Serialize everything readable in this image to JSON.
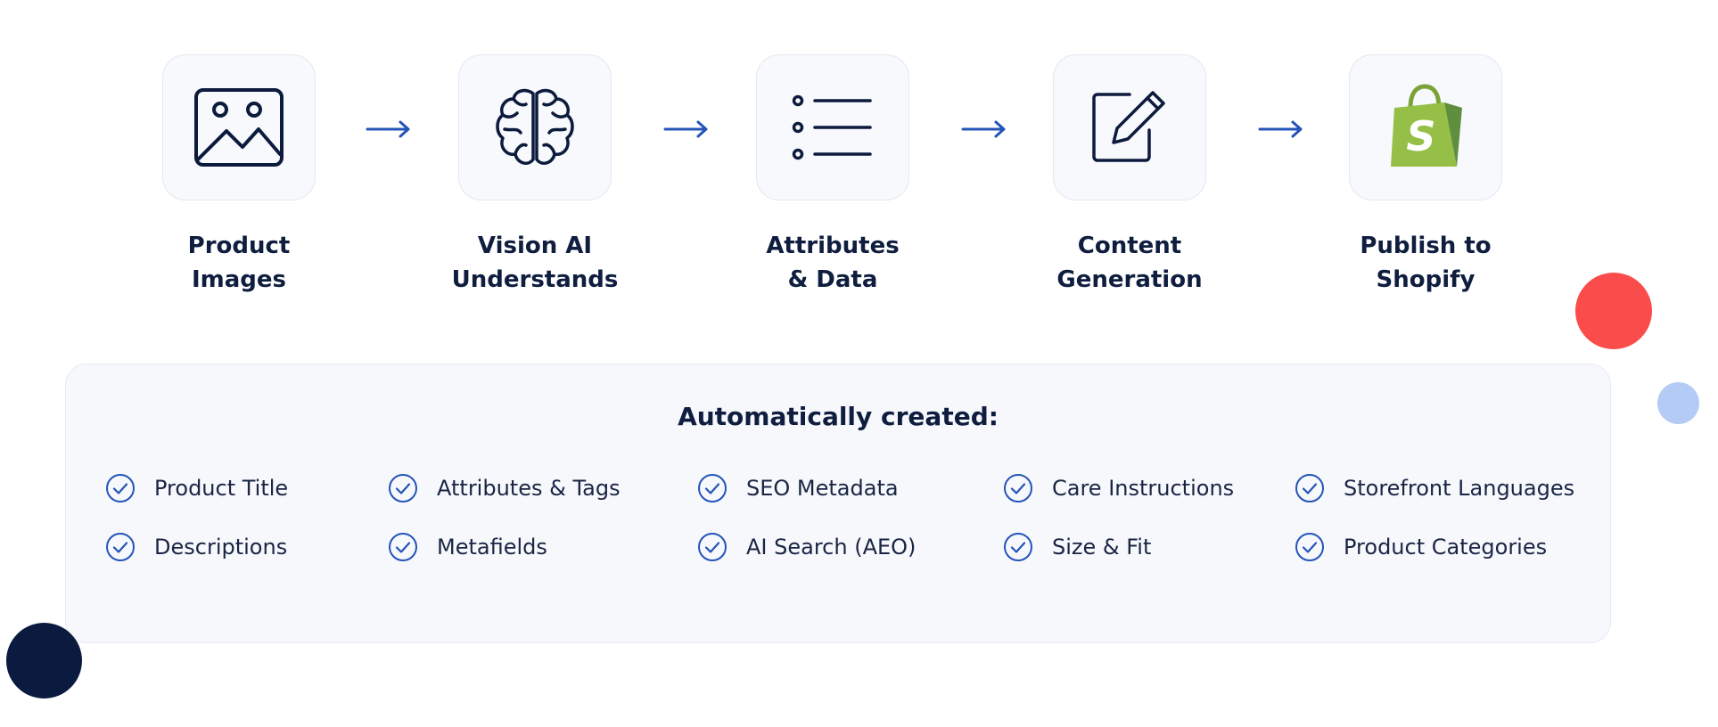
{
  "colors": {
    "accent_blue": "#2454b8",
    "navy": "#0c1a3d",
    "shopify_green": "#95bf47",
    "dot_red": "#fb4c4c",
    "dot_light_blue": "#b3cbf5",
    "dot_navy": "#0b1a3f"
  },
  "pipeline": {
    "steps": [
      {
        "label": "Product\nImages",
        "icon": "image-icon"
      },
      {
        "label": "Vision AI\nUnderstands",
        "icon": "brain-icon"
      },
      {
        "label": "Attributes\n& Data",
        "icon": "list-icon"
      },
      {
        "label": "Content\nGeneration",
        "icon": "edit-icon"
      },
      {
        "label": "Publish to\nShopify",
        "icon": "shopify-bag-icon"
      }
    ],
    "connector_icon": "arrow-right-icon"
  },
  "panel": {
    "title": "Automatically created:",
    "features": [
      [
        "Product Title",
        "Attributes & Tags",
        "SEO Metadata",
        "Care Instructions",
        "Storefront Languages"
      ],
      [
        "Descriptions",
        "Metafields",
        "AI Search (AEO)",
        "Size & Fit",
        "Product Categories"
      ]
    ],
    "feature_icon": "check-circle-icon"
  }
}
